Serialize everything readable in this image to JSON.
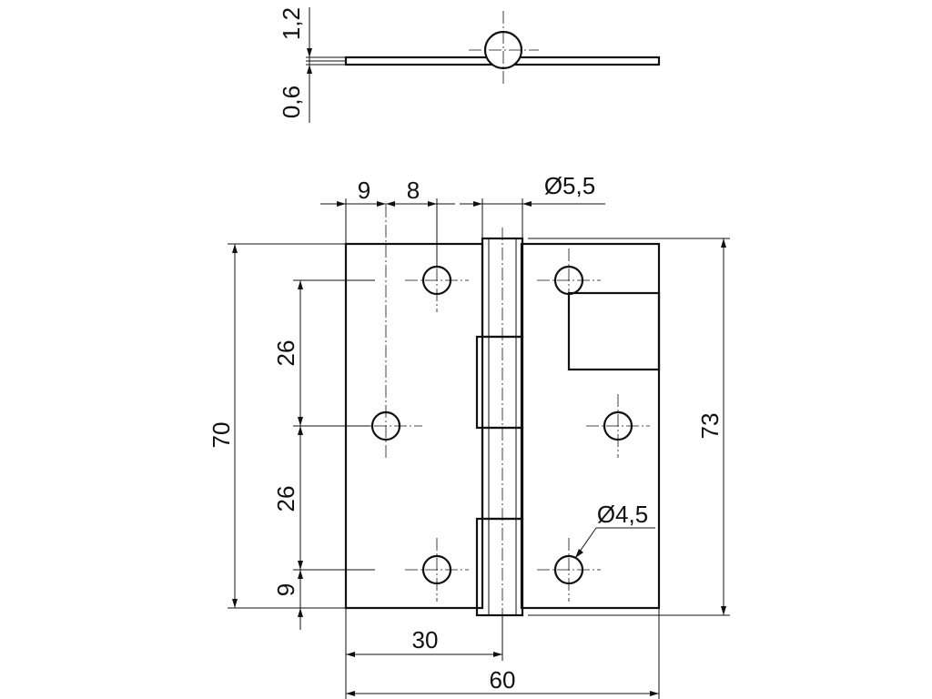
{
  "drawing": {
    "title": "",
    "line_color": "#111111",
    "background": "#ffffff"
  },
  "dimensions": {
    "side_view_knuckle_height": "1,2",
    "side_view_leaf_thickness": "0,6",
    "edge_to_hole_x": "9",
    "hole_to_knuckle_x": "8",
    "pin_diameter": "Ø5,5",
    "hole_spacing_top": "26",
    "hole_spacing_bottom": "26",
    "edge_to_hole_y": "9",
    "leaf_height": "70",
    "overall_height": "73",
    "hole_diameter": "Ø4,5",
    "leaf_width": "30",
    "overall_width": "60"
  }
}
